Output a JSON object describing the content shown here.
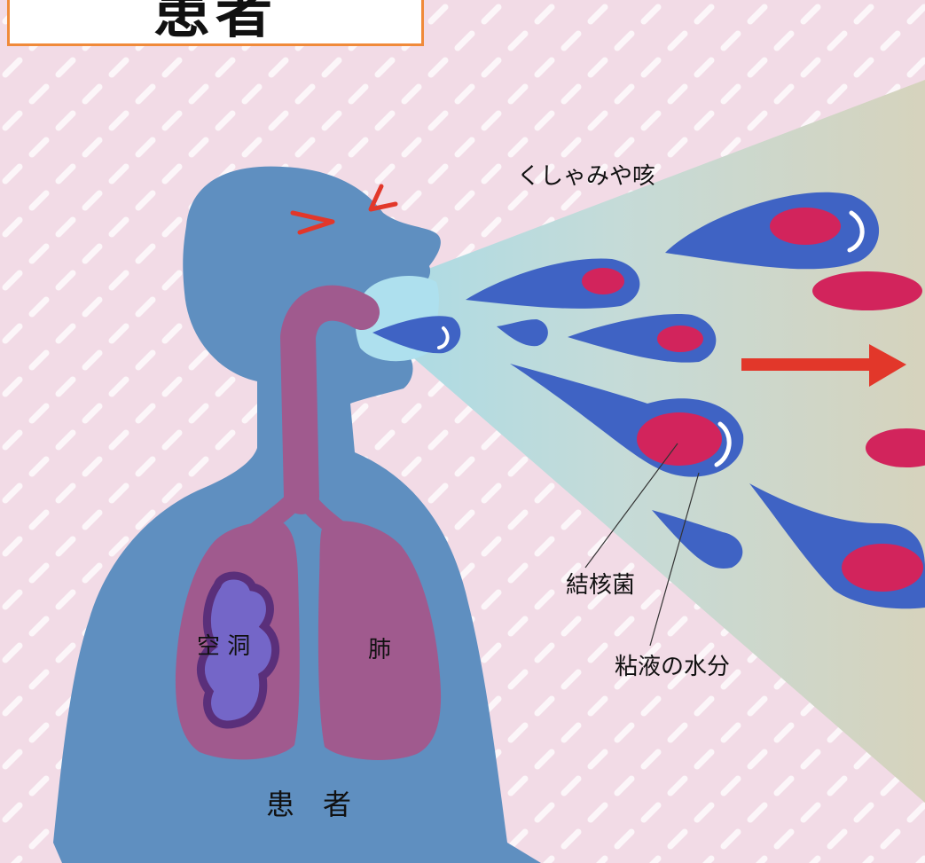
{
  "title": "患者",
  "labels": {
    "sneeze": "くしゃみや咳",
    "bacteria": "結核菌",
    "mucus": "粘液の水分",
    "cavity": "空 洞",
    "lung": "肺",
    "patient": "患　者"
  },
  "colors": {
    "background": "#f2dbe6",
    "background_dash": "#ffffff",
    "body": "#5f8fc0",
    "lungs": "#a05a8e",
    "cavity": "#7466c8",
    "cone": "#bcd8dc",
    "droplet": "#3f63c4",
    "bacterium": "#d2245c",
    "arrow": "#e2372a",
    "eye_marks": "#e2372a",
    "title_border": "#f08a3a"
  }
}
